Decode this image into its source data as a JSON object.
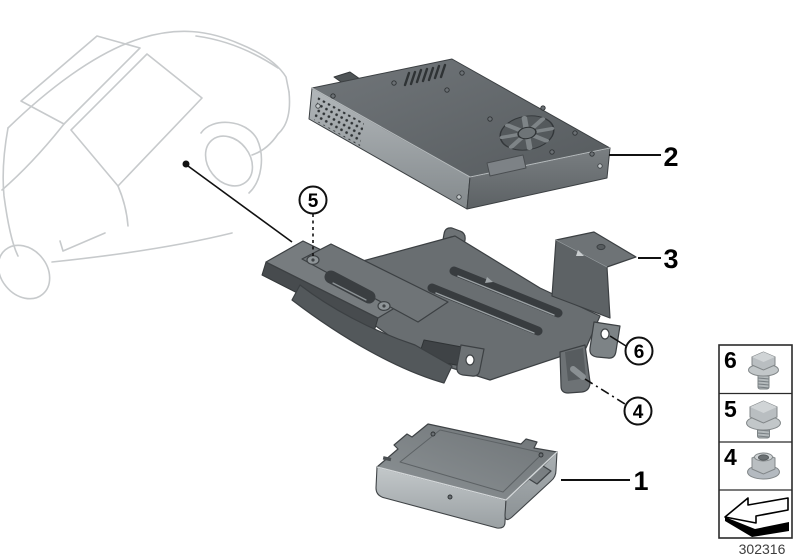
{
  "diagram": {
    "doc_number": "302316",
    "callouts": {
      "module1": "1",
      "module2": "2",
      "bracket": "3",
      "nut": "4",
      "bolt_short": "5",
      "bolt_long": "6"
    },
    "legend": {
      "row_bolt_long_num": "6",
      "row_bolt_long_icon": "flange-bolt-long-icon",
      "row_bolt_short_num": "5",
      "row_bolt_short_icon": "flange-bolt-short-icon",
      "row_nut_num": "4",
      "row_nut_icon": "flange-nut-icon",
      "row_arrow_icon": "installation-direction-arrow-icon"
    },
    "colors": {
      "line": "#111111",
      "car_outline": "#c7cacc",
      "metal_top": "#64696c",
      "metal_side_light": "#a9aeb1",
      "bracket_metal": "#6b7073"
    }
  }
}
